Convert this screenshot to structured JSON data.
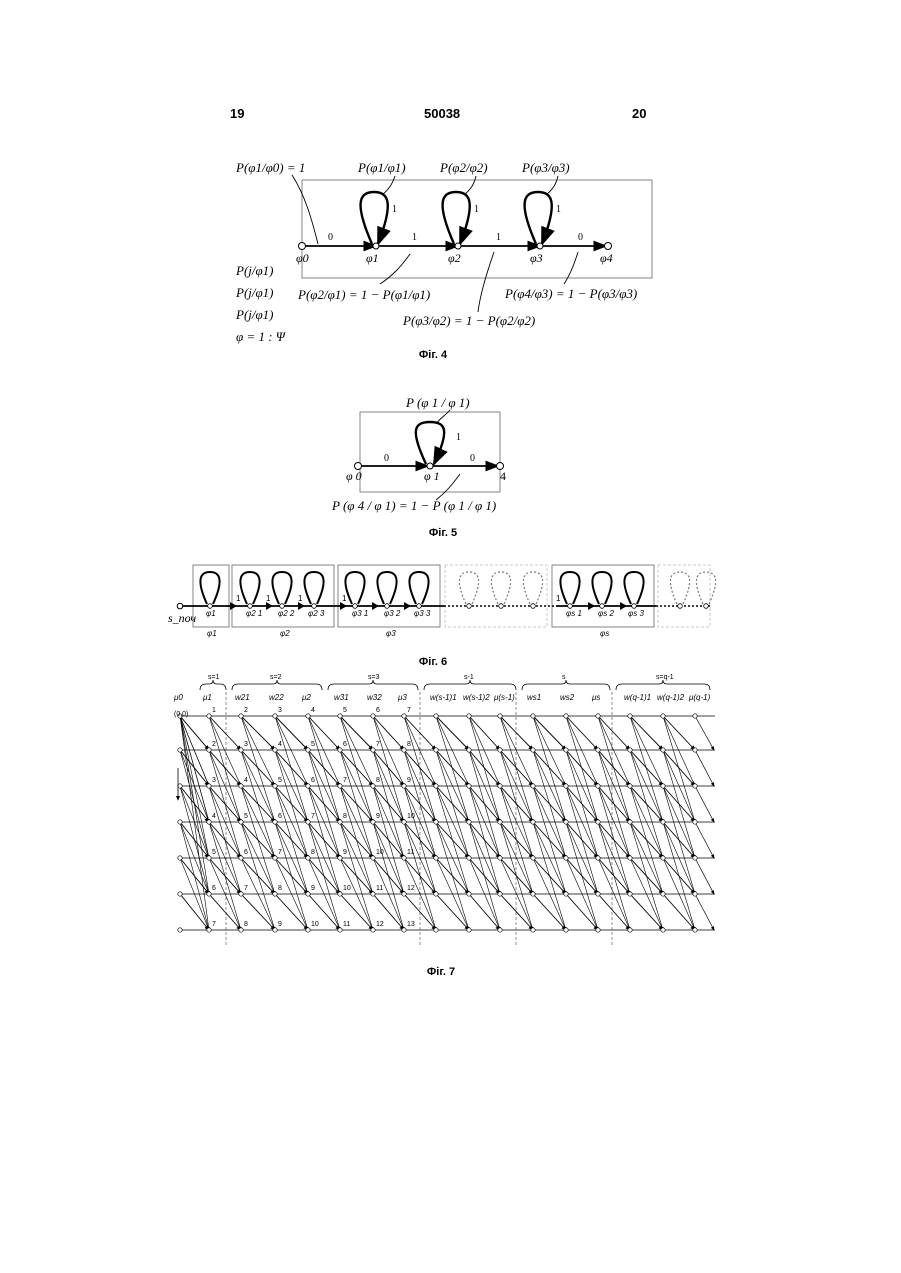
{
  "header": {
    "left_page": "19",
    "center_number": "50038",
    "right_page": "20"
  },
  "fig4": {
    "caption": "Фіг. 4",
    "nodes": [
      "φ0",
      "φ1",
      "φ2",
      "φ3",
      "φ4"
    ],
    "edge_labels": [
      "0",
      "1",
      "1",
      "0"
    ],
    "loop_labels": [
      "1",
      "1",
      "1"
    ],
    "loop_probs": [
      "P(φ1/φ1)",
      "P(φ2/φ2)",
      "P(φ3/φ3)"
    ],
    "initial_prob": "P(φ1/φ0) = 1",
    "trans_probs": [
      "P(φ2/φ1) = 1 − P(φ1/φ1)",
      "P(φ3/φ2) = 1 − P(φ2/φ2)",
      "P(φ4/φ3) = 1 − P(φ3/φ3)"
    ],
    "side_labels": [
      "P(j/φ1)",
      "P(j/φ1)",
      "P(j/φ1)",
      "φ = 1 : Ψ"
    ]
  },
  "fig5": {
    "caption": "Фіг. 5",
    "nodes": [
      "φ 0",
      "φ 1",
      "4"
    ],
    "edge_labels": [
      "0",
      "0"
    ],
    "loop_label": "1",
    "loop_prob": "P (φ 1 / φ 1)",
    "trans_prob": "P (φ 4 / φ 1) = 1 − P (φ 1 / φ 1)"
  },
  "fig6": {
    "caption": "Фіг. 6",
    "start_label": "s_поч",
    "group_labels": [
      "φ1",
      "φ2",
      "φ3",
      "φs"
    ],
    "node_labels": [
      "φ1",
      "φ2 1",
      "φ2 2",
      "φ2 3",
      "φ3 1",
      "φ3 2",
      "φ3 3",
      "φs 1",
      "φs 2",
      "φs 3"
    ],
    "edge_labels": [
      "1",
      "1",
      "1",
      "1",
      "1"
    ]
  },
  "fig7": {
    "caption": "Фіг. 7",
    "group_labels": [
      "s=1",
      "s=2",
      "s=3",
      "s-1",
      "s",
      "s=q-1"
    ],
    "column_headers": [
      "μ0",
      "μ1",
      "w21",
      "w22",
      "μ2",
      "w31",
      "w32",
      "μ3",
      "w(s-1)1",
      "w(s-1)2",
      "μ(s-1)",
      "ws1",
      "ws2",
      "μs",
      "w(q-1)1",
      "w(q-1)2",
      "μ(q-1)"
    ],
    "origin_label": "(0,0)",
    "row_labels": [
      [
        "1",
        "2",
        "3",
        "4",
        "5",
        "6",
        "7"
      ],
      [
        "2",
        "3",
        "4",
        "5",
        "6",
        "7",
        "8"
      ],
      [
        "3",
        "4",
        "5",
        "6",
        "7",
        "8",
        "9"
      ],
      [
        "4",
        "5",
        "6",
        "7",
        "8",
        "9",
        "10"
      ],
      [
        "5",
        "6",
        "7",
        "8",
        "9",
        "10",
        "11"
      ],
      [
        "6",
        "7",
        "8",
        "9",
        "10",
        "11",
        "12"
      ],
      [
        "7",
        "8",
        "9",
        "10",
        "11",
        "12",
        "13"
      ]
    ]
  }
}
